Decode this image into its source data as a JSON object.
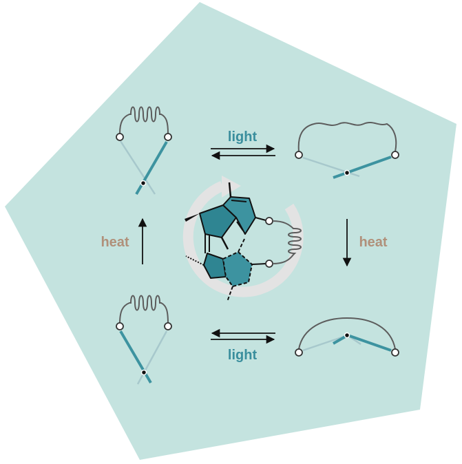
{
  "labels": {
    "light_top": "light",
    "light_bottom": "light",
    "heat_left": "heat",
    "heat_right": "heat"
  },
  "colors": {
    "background_pentagon": "#c4e3df",
    "teal": "#3d93a0",
    "teal_light": "#a7c8cc",
    "light_label": "#3a8e9d",
    "heat_label": "#b0907a",
    "line_gray": "#5c5c5c",
    "cycle_arrow": "#e3e3e3",
    "black": "#111111"
  },
  "icons": [
    "spring-linker",
    "arc-linker",
    "crossed-arms",
    "ring-cycle-arrow"
  ]
}
